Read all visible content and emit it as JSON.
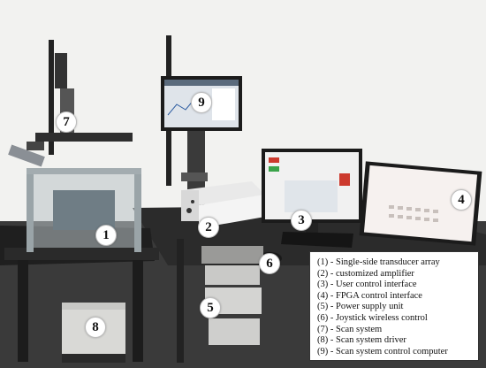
{
  "callouts": {
    "c1": "1",
    "c2": "2",
    "c3": "3",
    "c4": "4",
    "c5": "5",
    "c6": "6",
    "c7": "7",
    "c8": "8",
    "c9": "9"
  },
  "legend": {
    "items": [
      "(1) - Single-side transducer array",
      "(2) - customized amplifier",
      "(3) - User control interface",
      "(4) - FPGA control interface",
      "(5) - Power supply unit",
      "(6) - Joystick wireless control",
      "(7) - Scan system",
      "(8) - Scan system driver",
      "(9) - Scan system control computer"
    ]
  }
}
